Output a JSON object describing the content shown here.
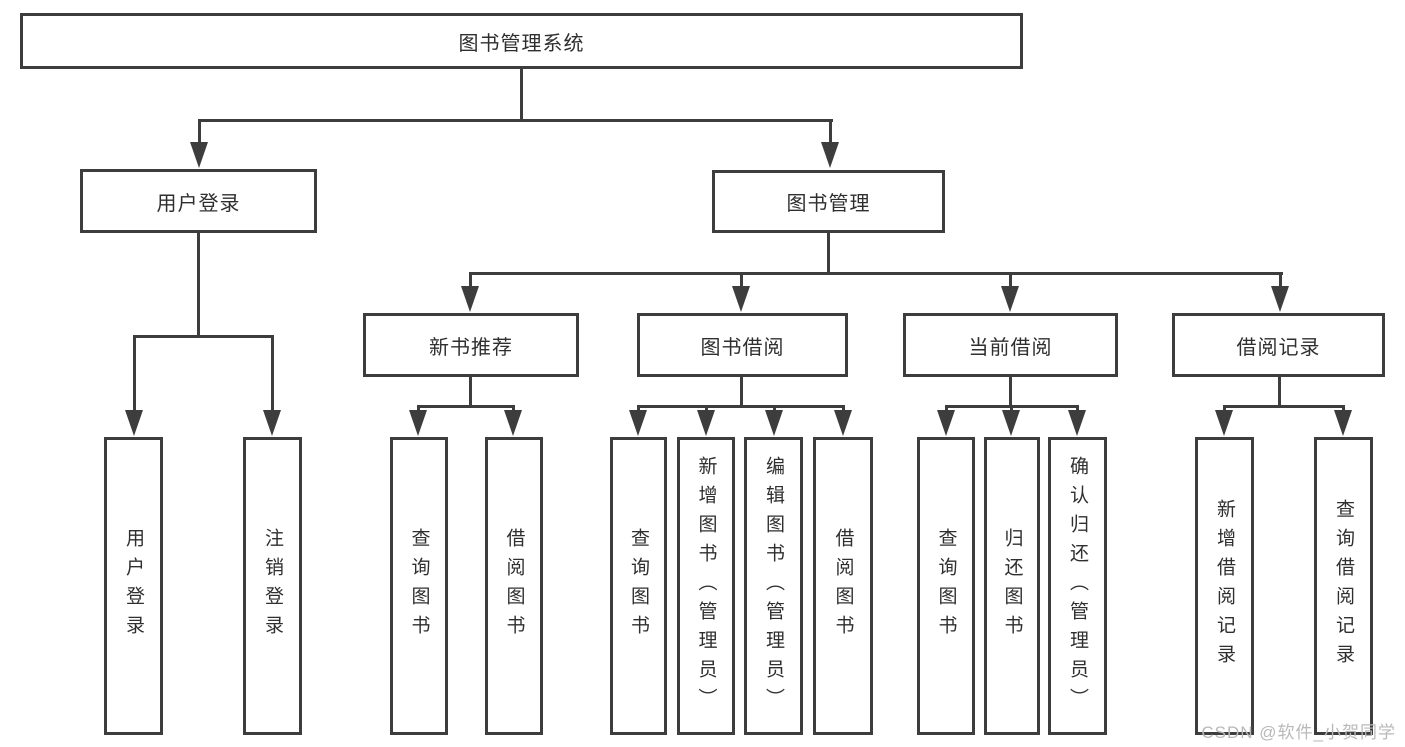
{
  "page": {
    "background": "#ffffff",
    "line_color": "#3d3d3d",
    "text_color": "#2f2f2f",
    "watermark_color": "#b9b9b9"
  },
  "watermark": {
    "text": "CSDN @软件_小贺同学"
  },
  "tree": {
    "label": "图书管理系统",
    "children": [
      {
        "label": "用户登录",
        "children": [
          {
            "label": "用户登录"
          },
          {
            "label": "注销登录"
          }
        ]
      },
      {
        "label": "图书管理",
        "children": [
          {
            "label": "新书推荐",
            "children": [
              {
                "label": "查询图书"
              },
              {
                "label": "借阅图书"
              }
            ]
          },
          {
            "label": "图书借阅",
            "children": [
              {
                "label": "查询图书"
              },
              {
                "label": "新增图书（管理员）"
              },
              {
                "label": "编辑图书（管理员）"
              },
              {
                "label": "借阅图书"
              }
            ]
          },
          {
            "label": "当前借阅",
            "children": [
              {
                "label": "查询图书"
              },
              {
                "label": "归还图书"
              },
              {
                "label": "确认归还（管理员）"
              }
            ]
          },
          {
            "label": "借阅记录",
            "children": [
              {
                "label": "新增借阅记录"
              },
              {
                "label": "查询借阅记录"
              }
            ]
          }
        ]
      }
    ]
  }
}
